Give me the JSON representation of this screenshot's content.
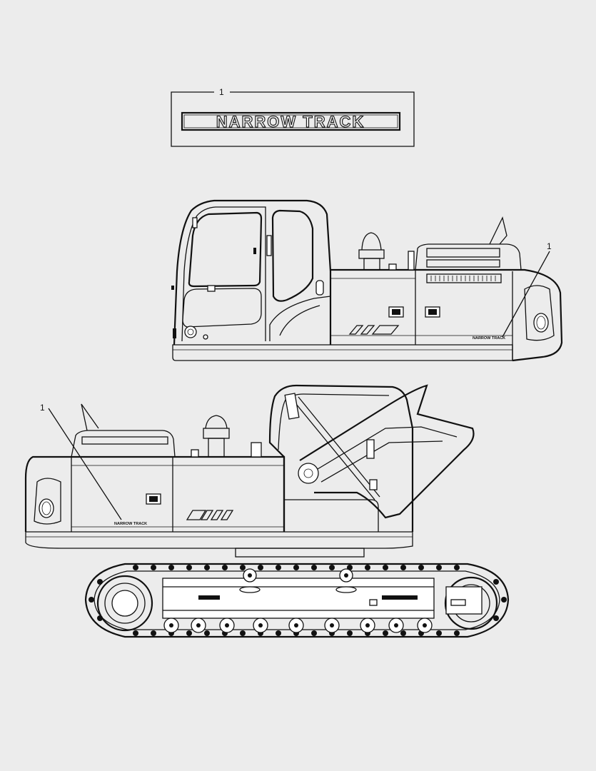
{
  "decal_text": "NARROW TRACK",
  "callouts": [
    "1",
    "1",
    "1"
  ]
}
